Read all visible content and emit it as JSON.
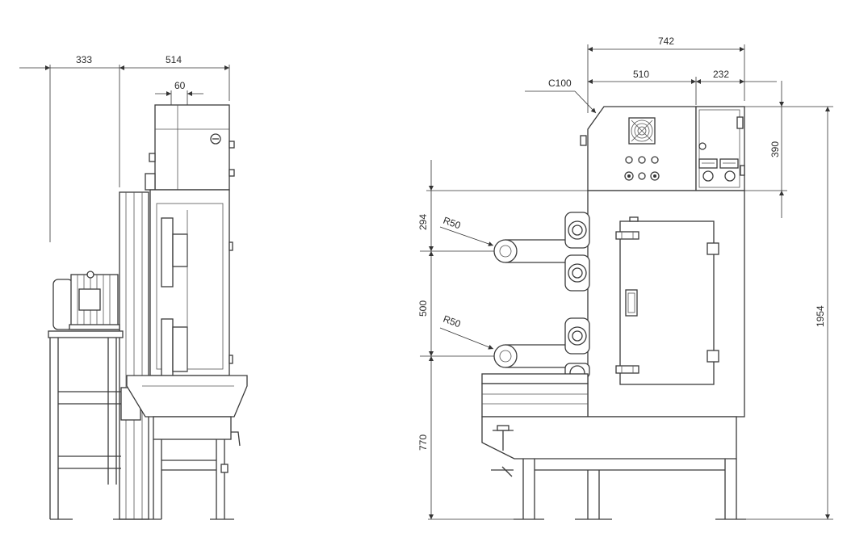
{
  "left_view": {
    "dim_333": "333",
    "dim_514": "514",
    "dim_60": "60"
  },
  "right_view": {
    "dim_742": "742",
    "dim_510": "510",
    "dim_232": "232",
    "chamfer": "C100",
    "dim_390": "390",
    "dim_294": "294",
    "dim_500": "500",
    "dim_770": "770",
    "dim_1954": "1954",
    "radius_upper": "R50",
    "radius_lower": "R50"
  },
  "icons": {
    "fan": "fan-grille-icon",
    "arrow": "dimension-arrow-icon"
  },
  "colors": {
    "line": "#3a3a3a",
    "background": "#ffffff"
  }
}
